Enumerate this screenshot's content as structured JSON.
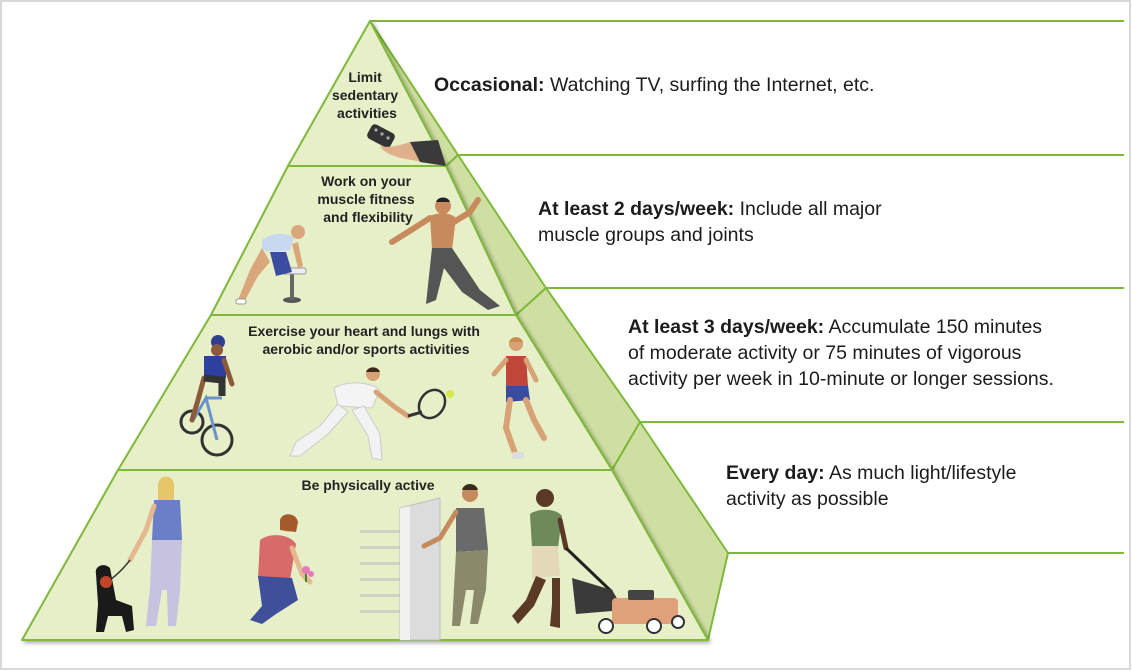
{
  "pyramid": {
    "tiers": [
      {
        "id": "top",
        "label_lines": [
          "Limit",
          "sedentary",
          "activities"
        ],
        "frequency": "Occasional:",
        "description": "Watching TV, surfing the Internet, etc."
      },
      {
        "id": "second",
        "label_lines": [
          "Work on your",
          "muscle fitness",
          "and flexibility"
        ],
        "frequency": "At least 2 days/week:",
        "description_lines": [
          "Include all major",
          "muscle groups and joints"
        ]
      },
      {
        "id": "third",
        "label_lines": [
          "Exercise your heart and lungs with",
          "aerobic and/or sports activities"
        ],
        "frequency": "At least 3 days/week:",
        "description_lines": [
          "Accumulate 150 minutes",
          "of moderate activity or 75 minutes of vigorous",
          "activity per week in 10-minute or longer sessions."
        ]
      },
      {
        "id": "base",
        "label_lines": [
          "Be physically active"
        ],
        "frequency": "Every day:",
        "description_lines": [
          "As much light/lifestyle",
          "activity as possible"
        ]
      }
    ]
  },
  "colors": {
    "fill": "#e6efc8",
    "side": "#cfdea1",
    "stroke": "#7fb83b"
  },
  "illustrations": [
    "remote-control-hand",
    "stretching-man",
    "kneeling-woman-stretching",
    "cyclist",
    "tennis-player",
    "runner",
    "woman-walking-dog",
    "woman-planting-flower",
    "person-opening-door",
    "man-mowing-lawn"
  ]
}
